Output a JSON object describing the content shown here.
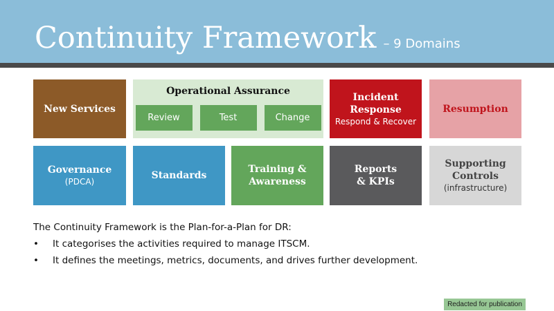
{
  "header": {
    "title": "Continuity Framework",
    "subtitle": "– 9 Domains"
  },
  "tiles": {
    "new_services": {
      "title": "New Services"
    },
    "operational_assurance": {
      "title": "Operational Assurance",
      "items": [
        "Review",
        "Test",
        "Change"
      ]
    },
    "incident_response": {
      "title_line1": "Incident",
      "title_line2": "Response",
      "sub": "Respond & Recover"
    },
    "resumption": {
      "title": "Resumption"
    },
    "governance": {
      "title": "Governance",
      "sub": "(PDCA)"
    },
    "standards": {
      "title": "Standards"
    },
    "training": {
      "title_line1": "Training &",
      "title_line2": "Awareness"
    },
    "reports": {
      "title_line1": "Reports",
      "title_line2": "& KPIs"
    },
    "supporting": {
      "title_line1": "Supporting",
      "title_line2": "Controls",
      "sub": "(infrastructure)"
    }
  },
  "body": {
    "intro": "The Continuity Framework is the Plan-for-a-Plan for DR:",
    "bullet_glyph": "•",
    "bullets": [
      "It categorises the activities required to manage ITSCM.",
      "It defines the meetings, metrics, documents, and drives further development."
    ]
  },
  "footer": {
    "redaction_note": "Redacted for publication"
  },
  "colors": {
    "banner": "#8bbdd9",
    "rule": "#4a4a4a",
    "brown": "#8c5a28",
    "pale_green": "#d8ead3",
    "green": "#63a65b",
    "red": "#c0141c",
    "pink": "#e6a2a6",
    "blue": "#3f97c5",
    "dark_gray": "#5a5a5c",
    "light_gray": "#d7d7d7"
  }
}
